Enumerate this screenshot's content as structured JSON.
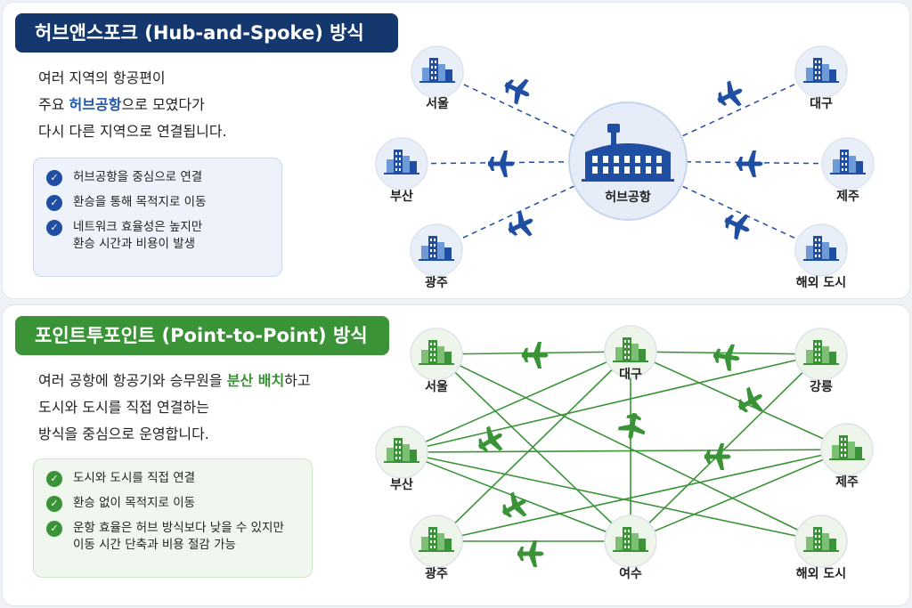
{
  "hub": {
    "title": "허브앤스포크 (Hub-and-Spoke) 방식",
    "desc": {
      "line1": "여러 지역의 항공편이",
      "line2_pre": "주요 ",
      "line2_hl": "허브공항",
      "line2_post": "으로 모였다가",
      "line3": "다시 다른 지역으로 연결됩니다."
    },
    "checks": [
      {
        "text": "허브공항을 중심으로 연결"
      },
      {
        "text": "환승을 통해 목적지로 이동"
      },
      {
        "text": "네트워크 효율성은 높지만\n환승 시간과 비용이 발생"
      }
    ],
    "center_label": "허브공항",
    "nodes": [
      "서울",
      "부산",
      "광주",
      "대구",
      "제주",
      "해외 도시"
    ],
    "accent": "#1f4ea3"
  },
  "p2p": {
    "title": "포인트투포인트 (Point-to-Point) 방식",
    "desc": {
      "line1_pre": "여러 공항에 항공기와 승무원을 ",
      "line1_hl": "분산 배치",
      "line1_post": "하고",
      "line2": "도시와 도시를 직접 연결하는",
      "line3": "방식을 중심으로 운영합니다."
    },
    "checks": [
      {
        "text": "도시와 도시를 직접 연결"
      },
      {
        "text": "환승 없이 목적지로 이동"
      },
      {
        "text": "운항 효율은 허브 방식보다 낮을 수 있지만\n이동 시간 단축과 비용 절감 가능"
      }
    ],
    "nodes": [
      "서울",
      "대구",
      "강릉",
      "부산",
      "제주",
      "광주",
      "여수",
      "해외 도시"
    ],
    "accent": "#3a9437"
  },
  "icons": {
    "check": "check-circle-icon",
    "city": "city-buildings-icon",
    "plane": "airplane-icon",
    "airport": "airport-terminal-icon"
  }
}
